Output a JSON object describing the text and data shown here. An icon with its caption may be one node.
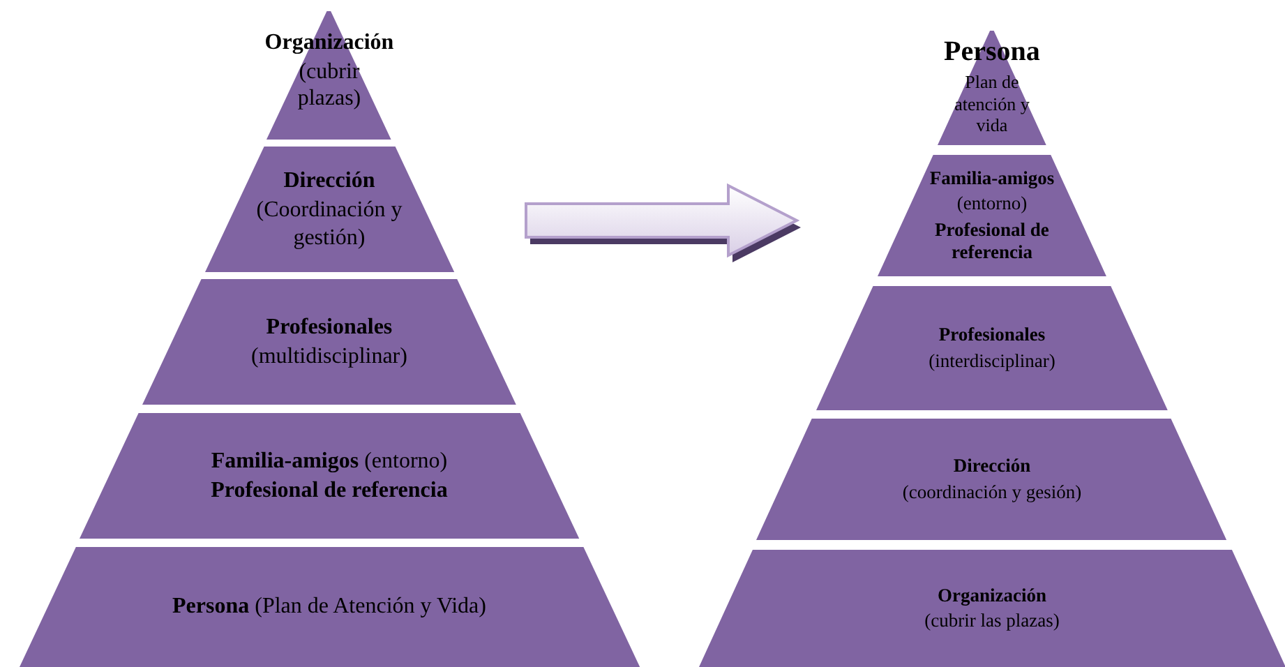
{
  "diagram": {
    "nodes": [
      {
        "text": [
          "Organización",
          "(cubrir plazas)"
        ]
      },
      {
        "text": [
          "Dirección",
          "(Coordinación y gestión)"
        ]
      },
      {
        "text": [
          "Profesionales",
          "(multidisciplinar)"
        ]
      },
      {
        "text": [
          "**Familia-amigos** (entorno)",
          "Profesional de referencia"
        ]
      },
      {
        "text": [
          "**Persona** (Plan de Atención y Vida)"
        ]
      },
      {
        "text": [
          "Persona",
          "Plan de atención y vida"
        ]
      },
      {
        "text": [
          "Familia-amigos",
          "(entorno)",
          "Profesional de referencia"
        ]
      },
      {
        "text": [
          "Profesionales",
          "(interdisciplinar)"
        ]
      },
      {
        "text": [
          "Dirección",
          "(coordinación y gesión)"
        ]
      },
      {
        "text": [
          "Organización",
          "(cubrir las plazas)"
        ]
      }
    ]
  }
}
